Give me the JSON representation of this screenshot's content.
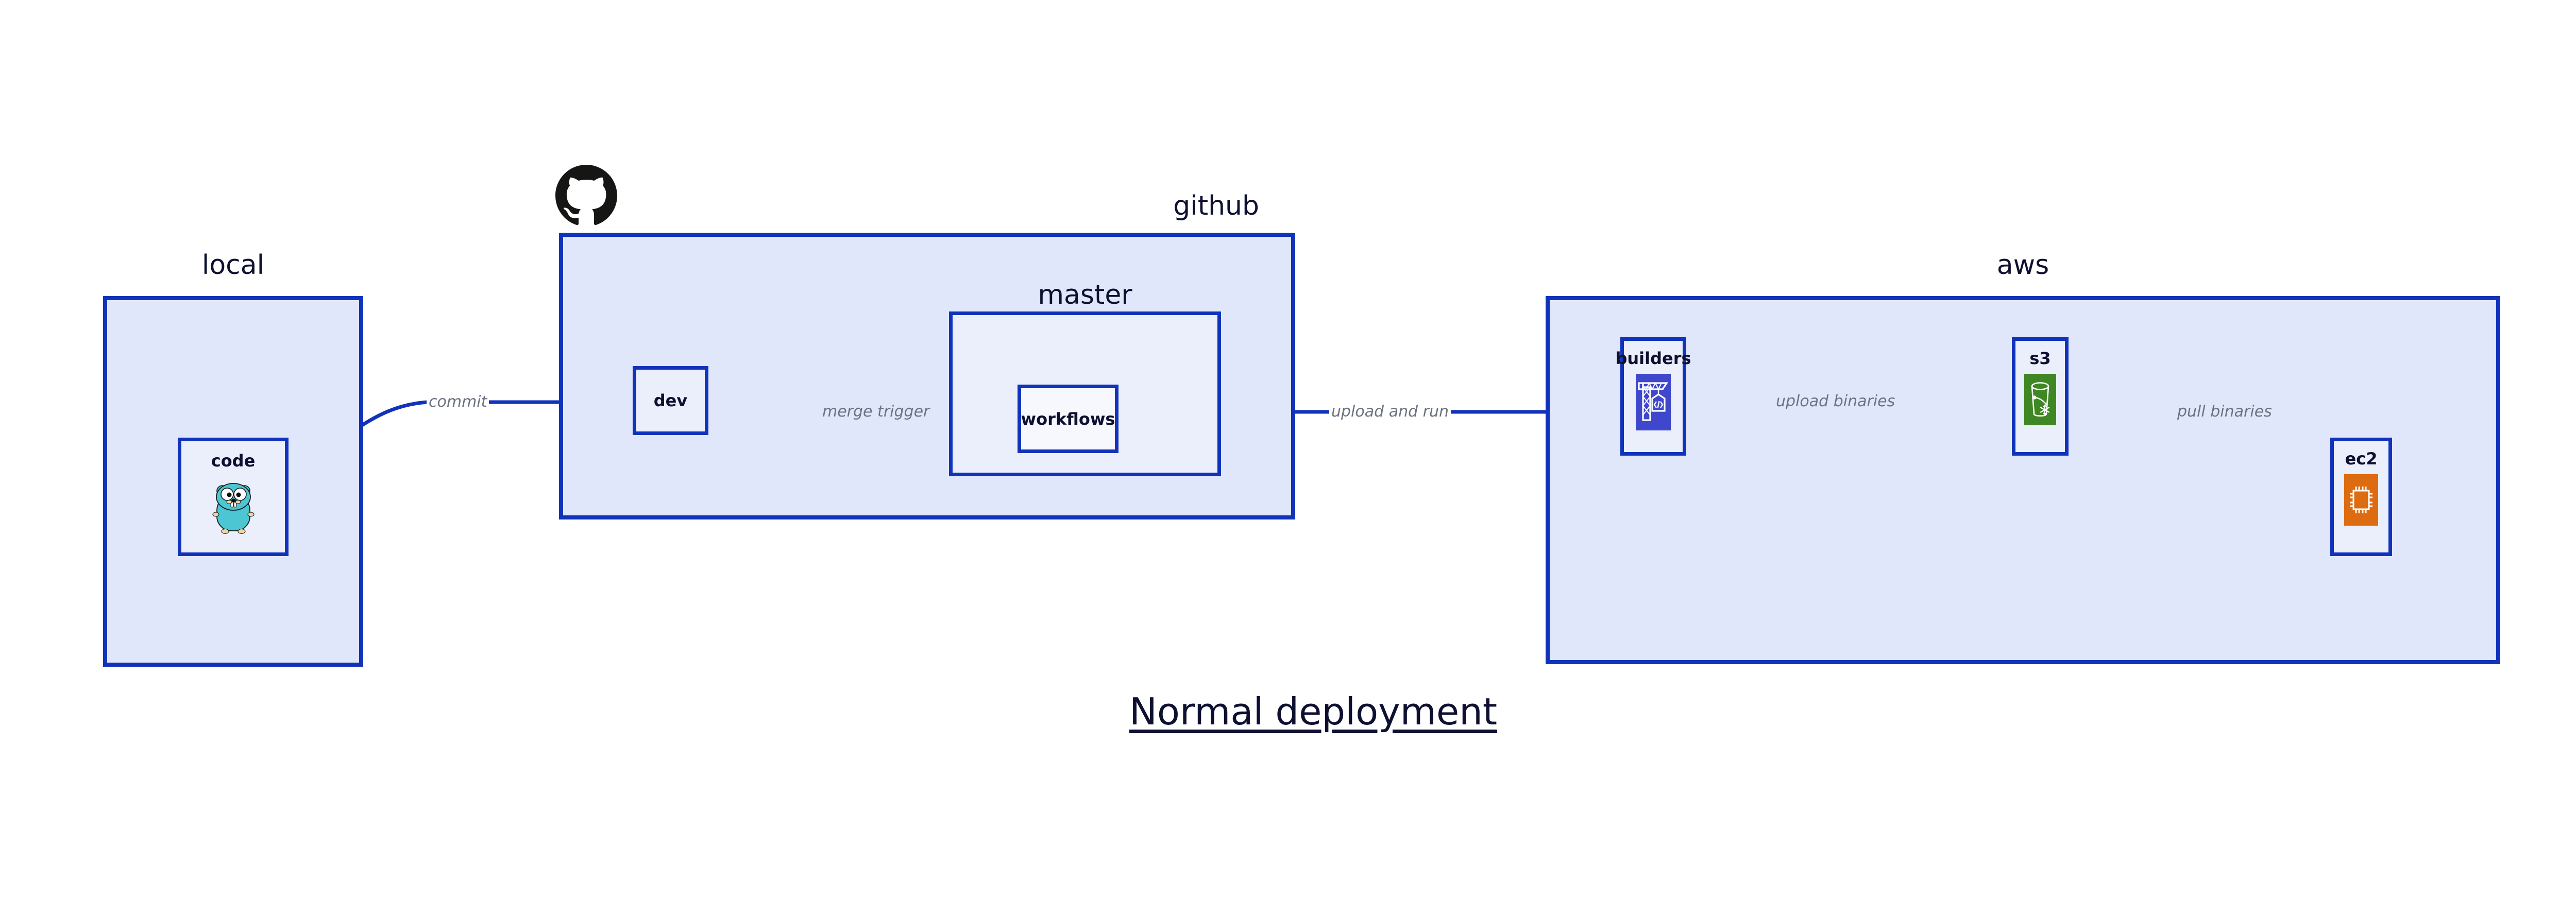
{
  "diagram": {
    "title": "Normal deployment",
    "background": "#ffffff",
    "accent_color": "#1133bb",
    "group_fill": "#e1e7fa",
    "node_fill": "#eaeffb",
    "edge_label_color": "#6b7280",
    "text_color": "#0d1030"
  },
  "groups": [
    {
      "id": "local",
      "label": "local"
    },
    {
      "id": "github",
      "label": "github"
    },
    {
      "id": "master",
      "label": "master"
    },
    {
      "id": "aws",
      "label": "aws"
    }
  ],
  "nodes": [
    {
      "id": "code",
      "label": "code",
      "icon": "go-gopher-icon"
    },
    {
      "id": "dev",
      "label": "dev",
      "icon": null
    },
    {
      "id": "workflows",
      "label": "workflows",
      "icon": null
    },
    {
      "id": "builders",
      "label": "builders",
      "icon": "aws-codebuild-crane-icon",
      "icon_color": "#3f48cc"
    },
    {
      "id": "s3",
      "label": "s3",
      "icon": "aws-s3-glacier-bucket-icon",
      "icon_color": "#3f8624"
    },
    {
      "id": "ec2",
      "label": "ec2",
      "icon": "aws-ec2-chip-icon",
      "icon_color": "#dd6b10"
    }
  ],
  "edges": [
    {
      "id": "code-to-dev",
      "label": "commit",
      "from": "code",
      "to": "dev"
    },
    {
      "id": "dev-to-workflows",
      "label": "merge trigger",
      "from": "dev",
      "to": "workflows"
    },
    {
      "id": "workflows-to-builders",
      "label": "upload and run",
      "from": "workflows",
      "to": "builders"
    },
    {
      "id": "builders-to-s3",
      "label": "upload binaries",
      "from": "builders",
      "to": "s3"
    },
    {
      "id": "s3-to-ec2",
      "label": "pull binaries",
      "from": "s3",
      "to": "ec2"
    }
  ],
  "logos": [
    {
      "id": "github-logo",
      "name": "github-octocat-logo",
      "color": "#161614"
    }
  ]
}
